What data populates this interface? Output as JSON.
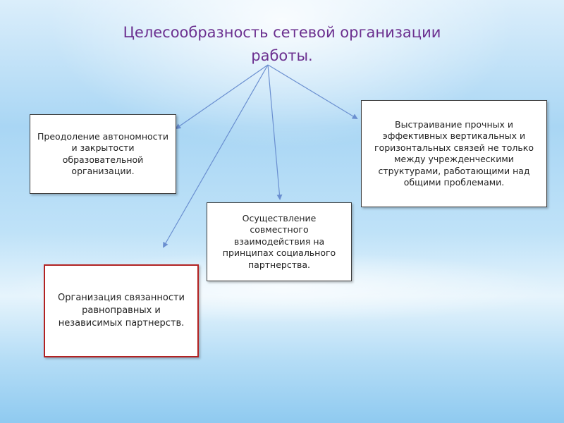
{
  "title": {
    "line1": "Целесообразность сетевой организации",
    "line2": "работы."
  },
  "boxes": {
    "autonomy": "Преодоление автономности и закрытости образовательной организации.",
    "links": "Выстраивание прочных и эффективных вертикальных и горизонтальных связей не только между учрежденческими структурами, работающими над общими проблемами.",
    "partnership": "Осуществление совместного взаимодействия на принципах социального партнерства.",
    "coherence": "Организация связанности равноправных и независимых партнерств."
  },
  "colors": {
    "title": "#6b2f8f",
    "arrow": "#6a8fd0",
    "box_border": "#3c3c3c",
    "highlight_border": "#b22222"
  }
}
